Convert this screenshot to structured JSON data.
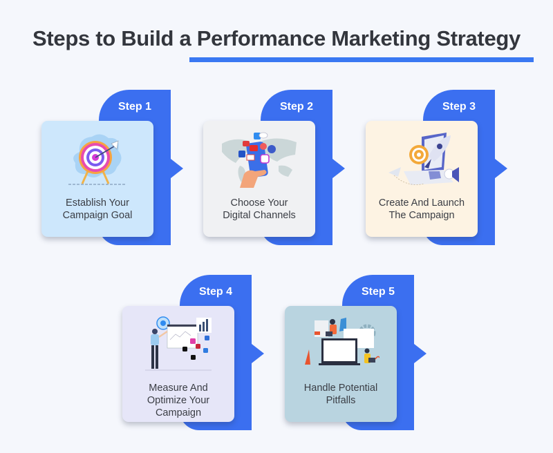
{
  "title": {
    "text": "Steps to Build a Performance Marketing Strategy",
    "underline_color": "#3a78f2"
  },
  "colors": {
    "background": "#f5f7fc",
    "tab": "#3b6ff0",
    "title_text": "#33363d",
    "card_text": "#3a3d44"
  },
  "steps": [
    {
      "label": "Step 1",
      "line1": "Establish Your",
      "line2": "Campaign Goal",
      "line3": "",
      "card_color": "#cde7fc",
      "illustration": "target-arrow-icon"
    },
    {
      "label": "Step 2",
      "line1": "Choose Your",
      "line2": "Digital Channels",
      "line3": "",
      "card_color": "#f0f1f3",
      "illustration": "phone-social-world-map-icon"
    },
    {
      "label": "Step 3",
      "line1": "Create And Launch",
      "line2": "The Campaign",
      "line3": "",
      "card_color": "#fdf3e3",
      "illustration": "laptop-rocket-megaphone-icon"
    },
    {
      "label": "Step 4",
      "line1": "Measure And",
      "line2": "Optimize Your",
      "line3": "Campaign",
      "card_color": "#e6e6f8",
      "illustration": "presenter-analytics-board-icon"
    },
    {
      "label": "Step 5",
      "line1": "Handle Potential",
      "line2": "Pitfalls",
      "line3": "",
      "card_color": "#b9d4e0",
      "illustration": "developers-laptop-gears-icon"
    }
  ]
}
